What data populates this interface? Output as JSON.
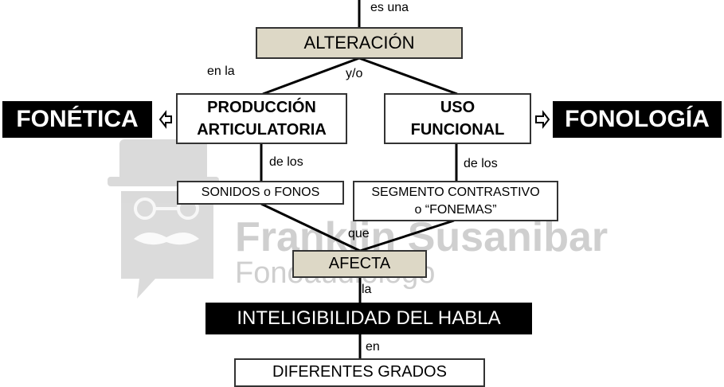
{
  "watermark": {
    "name": "Franklin Susanibar",
    "subtitle": "Fonoaudiólogo"
  },
  "nodes": {
    "alteracion": "ALTERACIÓN",
    "fonetica": "FONÉTICA",
    "fonologia": "FONOLOGÍA",
    "produccion_l1": "PRODUCCIÓN",
    "produccion_l2": "ARTICULATORIA",
    "uso_l1": "USO",
    "uso_l2": "FUNCIONAL",
    "sonidos": "SONIDOS o FONOS",
    "segmento_l1": "SEGMENTO CONTRASTIVO",
    "segmento_l2": "o “FONEMAS”",
    "afecta": "AFECTA",
    "inteligibilidad": "INTELIGIBILIDAD DEL HABLA",
    "diferentes": "DIFERENTES GRADOS"
  },
  "links": {
    "es_una": "es una",
    "en_la": "en la",
    "y_o": "y/o",
    "de_los_left": "de los",
    "de_los_right": "de los",
    "que": "que",
    "la": "la",
    "en": "en"
  },
  "colors": {
    "beige_box": "#ddd8c6",
    "black_box": "#000000",
    "line": "#000000",
    "watermark": "#a8a8a8"
  }
}
